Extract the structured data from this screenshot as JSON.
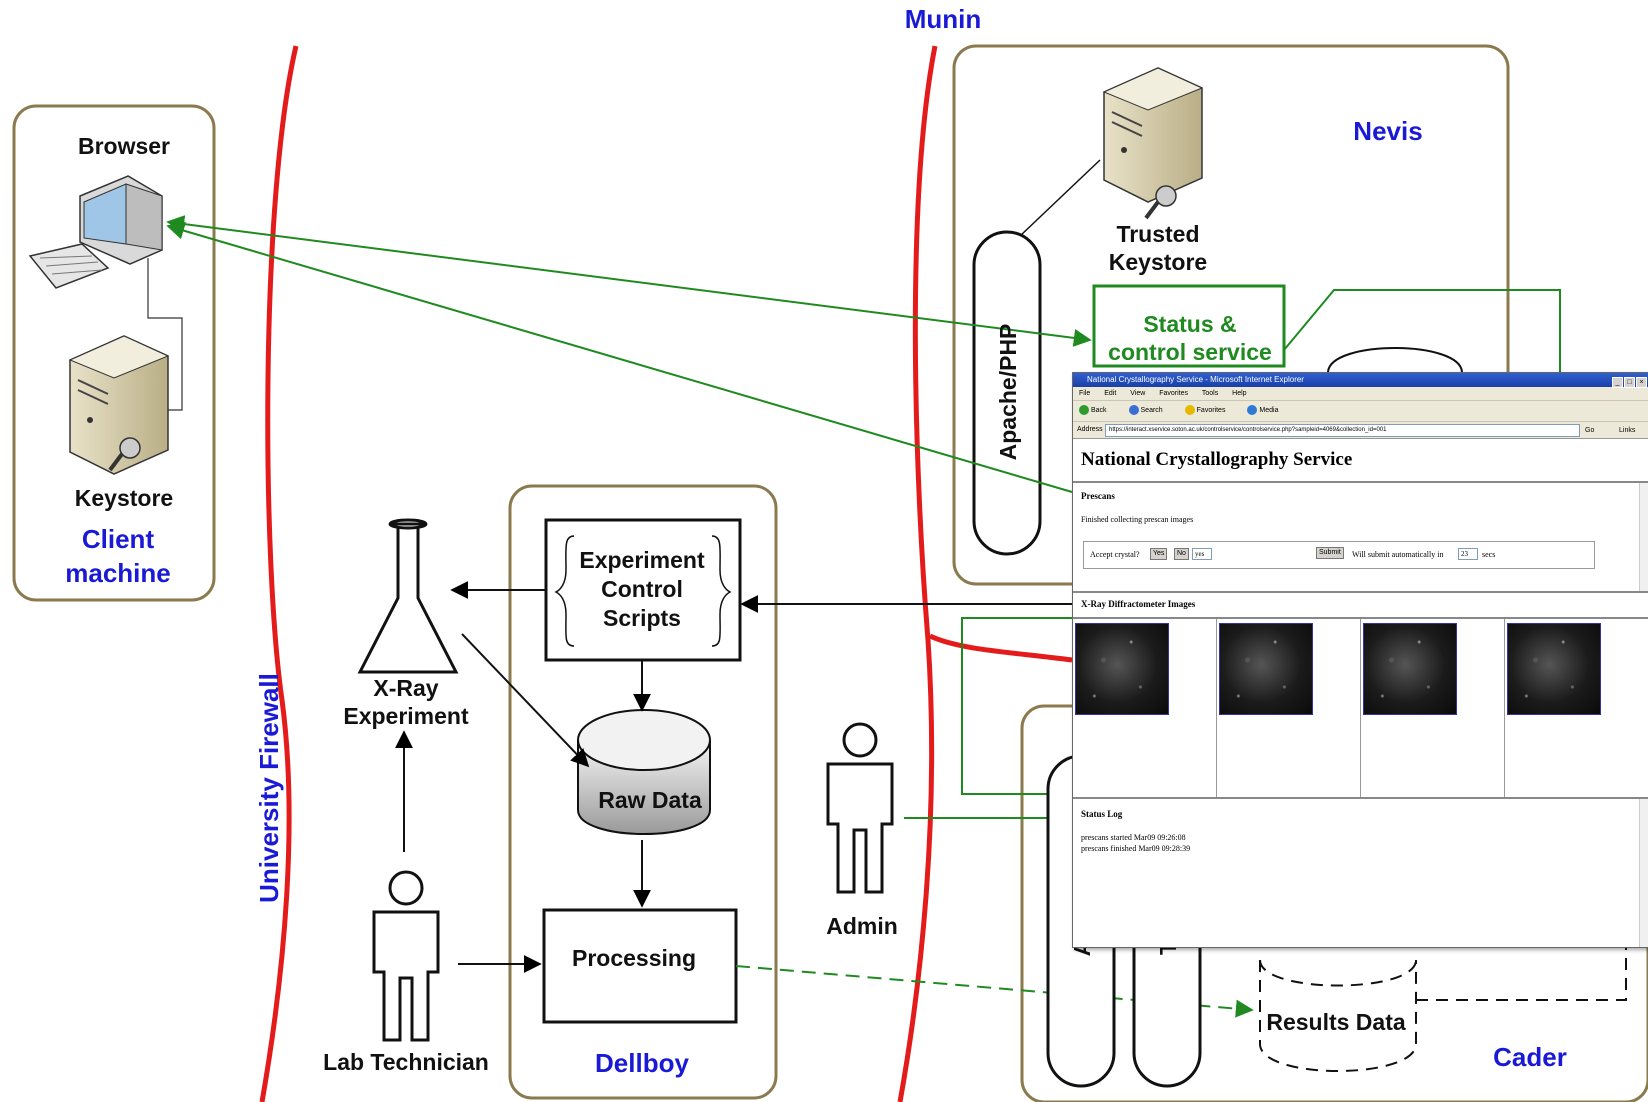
{
  "labels": {
    "munin": "Munin",
    "nevis": "Nevis",
    "trusted_keystore_line1": "Trusted",
    "trusted_keystore_line2": "Keystore",
    "status_line1": "Status &",
    "status_line2": "control service",
    "apache_php": "Apache/PHP",
    "browser": "Browser",
    "keystore": "Keystore",
    "client_line1": "Client",
    "client_line2": "machine",
    "university_firewall": "University Firewall",
    "ecs_line1": "Experiment",
    "ecs_line2": "Control",
    "ecs_line3": "Scripts",
    "xray_line1": "X-Ray",
    "xray_line2": "Experiment",
    "raw_data": "Raw Data",
    "processing": "Processing",
    "lab_technician": "Lab Technician",
    "dellboy": "Dellboy",
    "admin": "Admin",
    "results_data": "Results Data",
    "cader": "Cader",
    "partial_a": "A",
    "partial_t": "T"
  },
  "colors": {
    "firewall_red": "#e31b1b",
    "box_border": "#8b7a4e",
    "green_link": "#1f8a1f",
    "label_blue": "#1a1ad6"
  },
  "browser_window": {
    "title": "National Crystallography Service - Microsoft Internet Explorer",
    "menu": [
      "File",
      "Edit",
      "View",
      "Favorites",
      "Tools",
      "Help"
    ],
    "toolbar": [
      "Back",
      "Search",
      "Favorites",
      "Media"
    ],
    "address_label": "Address",
    "address_url": "https://interact.xservice.soton.ac.uk/controlservice/controlservice.php?sampleid=4069&collection_id=001",
    "go_label": "Go",
    "links_label": "Links",
    "page_title": "National Crystallography Service",
    "prescans": {
      "heading": "Prescans",
      "message": "Finished collecting prescan images",
      "accept_label": "Accept crystal?",
      "yes_button": "Yes",
      "no_button": "No",
      "input_value": "yes",
      "submit_button": "Submit",
      "auto_text": "Will submit automatically in",
      "seconds_value": "23",
      "secs_label": "secs"
    },
    "images": {
      "heading": "X-Ray Diffractometer Images"
    },
    "status_log": {
      "heading": "Status Log",
      "lines": [
        "prescans started Mar09 09:26:08",
        "prescans finished Mar09 09:28:39"
      ]
    }
  }
}
